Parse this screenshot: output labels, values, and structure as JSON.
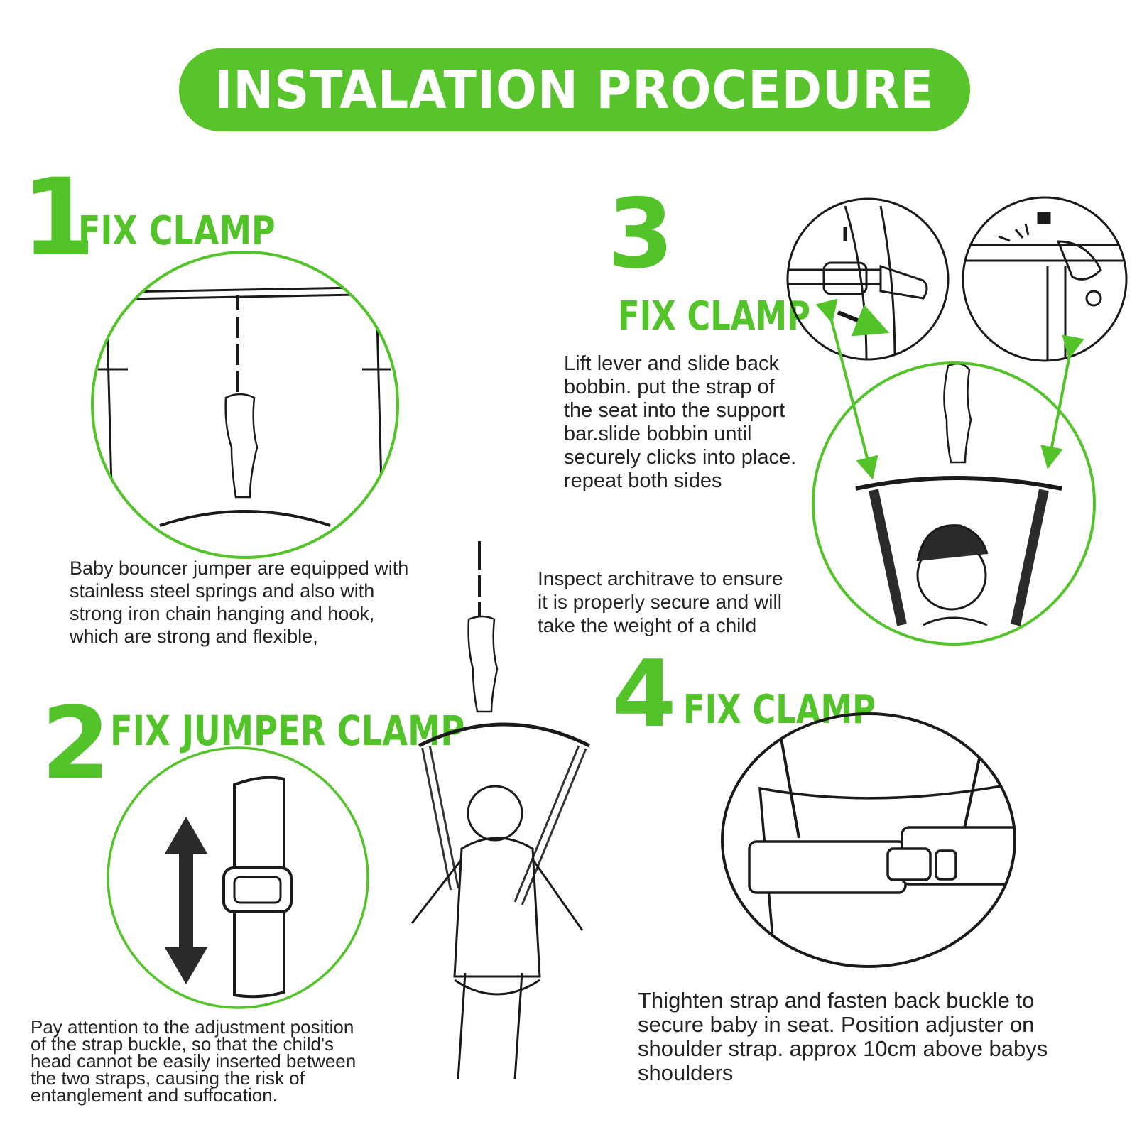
{
  "title": "INSTALATION PROCEDURE",
  "colors": {
    "accent": "#58c42c",
    "text": "#222222",
    "line": "#111111"
  },
  "steps": [
    {
      "number": "1",
      "heading": "FIX CLAMP",
      "text": " Baby bouncer jumper are equipped with\nstainless steel springs and also with\nstrong iron chain hanging and hook,\nwhich are strong and flexible,"
    },
    {
      "number": "2",
      "heading": "FIX JUMPER CLAMP",
      "text": "Pay attention to the adjustment position\nof the strap buckle, so that the child's\nhead cannot be easily inserted between\nthe two straps, causing the risk of\nentanglement and suffocation."
    },
    {
      "number": "3",
      "heading": "FIX CLAMP",
      "text": "Lift lever and slide back\nbobbin. put the strap of\nthe seat into the support\nbar.slide bobbin until\nsecurely clicks into place.\nrepeat both sides",
      "note": "Inspect architrave to ensure\nit is properly secure and will\ntake  the weight of a child"
    },
    {
      "number": "4",
      "heading": "FIX CLAMP",
      "text": "Thighten strap and fasten back buckle to\nsecure baby in seat. Position adjuster on\nshoulder strap. approx 10cm above babys\nshoulders"
    }
  ],
  "icons": [
    "door-frame-illustration",
    "strap-adjust-arrow-icon",
    "bobbin-clamp-illustration",
    "lock-click-illustration",
    "baby-in-jumper-illustration",
    "waist-buckle-illustration",
    "bouncer-seat-illustration"
  ]
}
